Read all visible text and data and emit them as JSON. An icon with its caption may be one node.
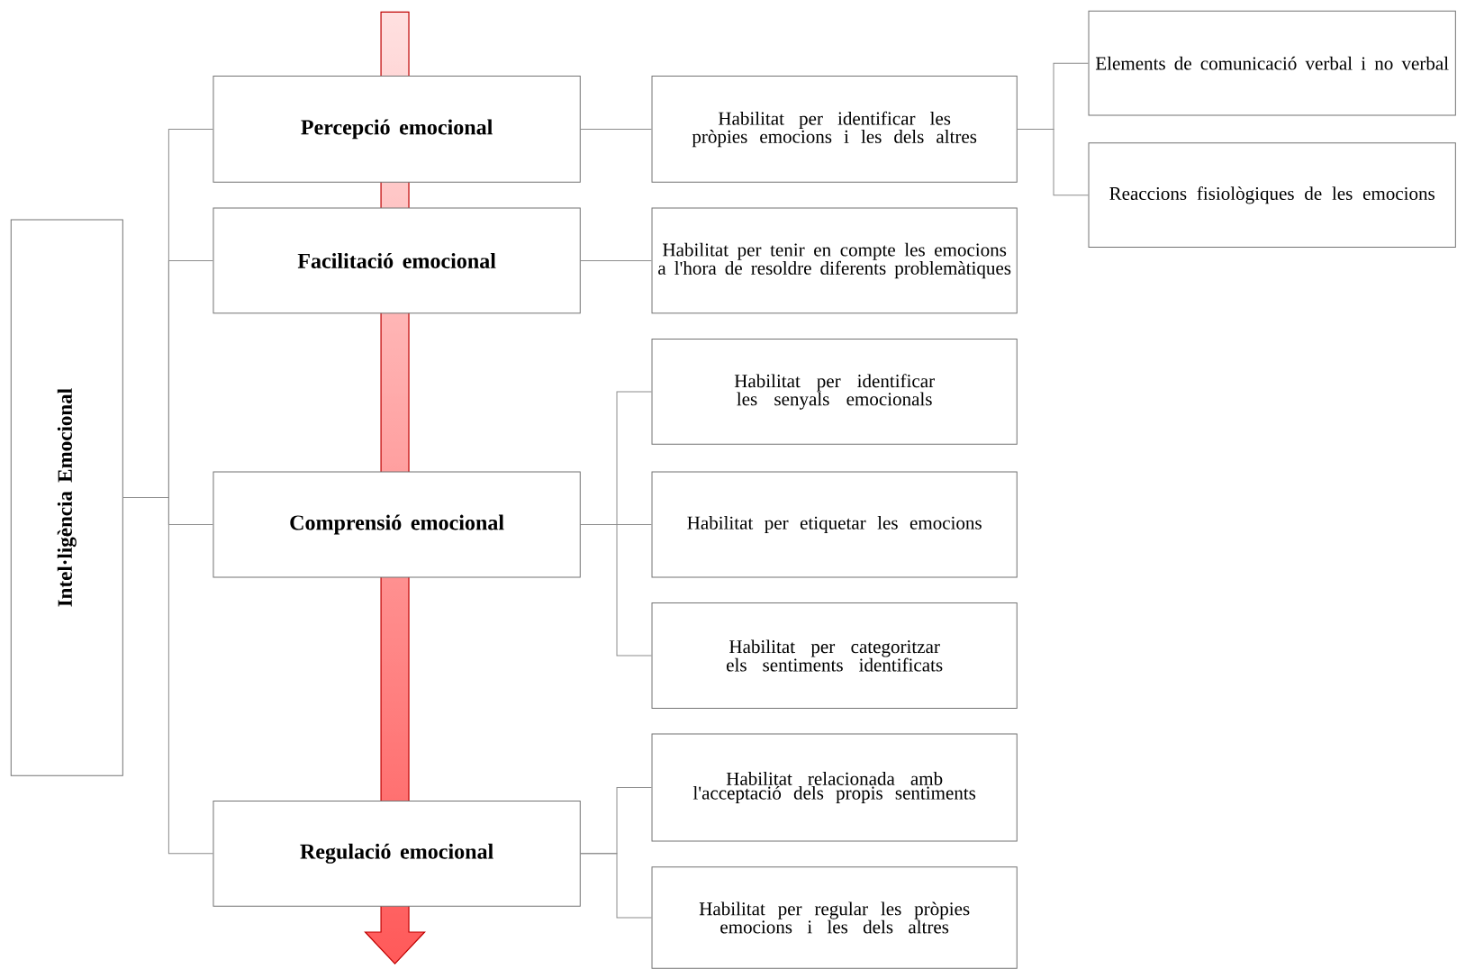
{
  "diagram": {
    "nodes": [
      {
        "text": [
          "Intel·ligència Emocional"
        ]
      },
      {
        "text": [
          "Percepció emocional"
        ]
      },
      {
        "text": [
          "Facilitació emocional"
        ]
      },
      {
        "text": [
          "Comprensió emocional"
        ]
      },
      {
        "text": [
          "Regulació emocional"
        ]
      },
      {
        "text": [
          "Habilitat per identificar les pròpies emocions i les dels altres"
        ]
      },
      {
        "text": [
          "Elements de comunicació verbal i no verbal"
        ]
      },
      {
        "text": [
          "Reaccions fisiològiques de les emocions"
        ]
      },
      {
        "text": [
          "Habilitat per tenir en compte les emocions a l'hora de resoldre diferents problemàtiques"
        ]
      },
      {
        "text": [
          "Habilitat per identificar les senyals emocionals"
        ]
      },
      {
        "text": [
          "Habilitat per etiquetar les emocions"
        ]
      },
      {
        "text": [
          "Habilitat per categoritzar els sentiments identificats"
        ]
      },
      {
        "text": [
          "Habilitat relacionada amb l'acceptació dels propis sentiments"
        ]
      },
      {
        "text": [
          "Habilitat per regular les pròpies emocions i les dels altres"
        ]
      }
    ],
    "edges": [
      {
        "from": 0,
        "to": 1,
        "arrow": "none"
      },
      {
        "from": 0,
        "to": 2,
        "arrow": "none"
      },
      {
        "from": 0,
        "to": 3,
        "arrow": "none"
      },
      {
        "from": 0,
        "to": 4,
        "arrow": "none"
      },
      {
        "from": 1,
        "to": 5,
        "arrow": "none"
      },
      {
        "from": 5,
        "to": 6,
        "arrow": "none"
      },
      {
        "from": 5,
        "to": 7,
        "arrow": "none"
      },
      {
        "from": 2,
        "to": 8,
        "arrow": "none"
      },
      {
        "from": 3,
        "to": 9,
        "arrow": "none"
      },
      {
        "from": 3,
        "to": 10,
        "arrow": "none"
      },
      {
        "from": 3,
        "to": 11,
        "arrow": "none"
      },
      {
        "from": 4,
        "to": 12,
        "arrow": "none"
      },
      {
        "from": 4,
        "to": 13,
        "arrow": "none"
      }
    ]
  }
}
